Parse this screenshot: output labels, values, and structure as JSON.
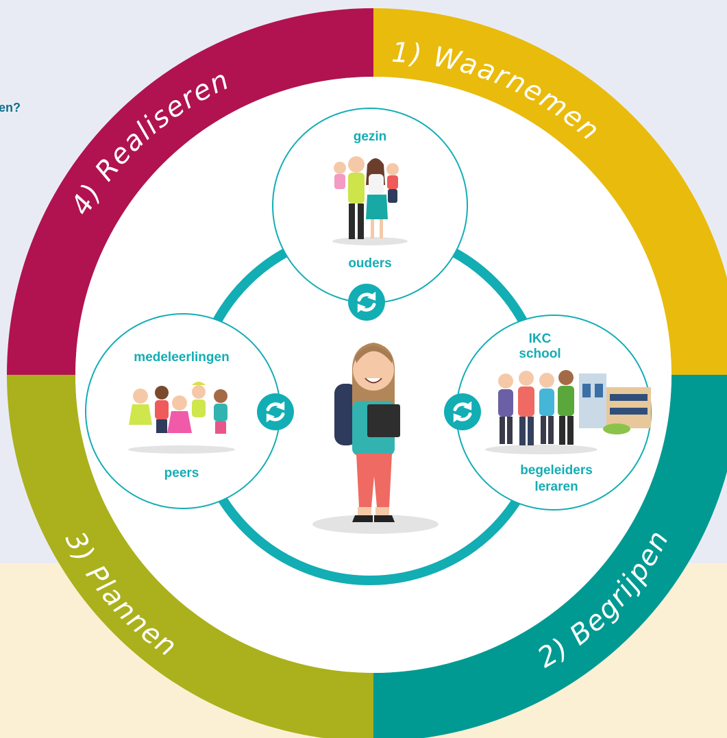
{
  "background_text": "en?",
  "phases": [
    {
      "label": "1) Waarnemen",
      "color": "#e9bb0c"
    },
    {
      "label": "2) Begrijpen",
      "color": "#009a92"
    },
    {
      "label": "3) Plannen",
      "color": "#aab11c"
    },
    {
      "label": "4) Realiseren",
      "color": "#b0134f"
    }
  ],
  "nodes": {
    "top": {
      "title": "gezin",
      "subtitle": "ouders"
    },
    "right": {
      "title_line1": "IKC",
      "title_line2": "school",
      "subtitle_line1": "begeleiders",
      "subtitle_line2": "leraren"
    },
    "left": {
      "title": "medeleerlingen",
      "subtitle": "peers"
    }
  },
  "colors": {
    "ring_connector": "#13adb4",
    "bottom_band": "#fbf0d4",
    "page_background": "#e9ebf4"
  },
  "icons": {
    "cycle": "refresh-cycle-icon"
  }
}
